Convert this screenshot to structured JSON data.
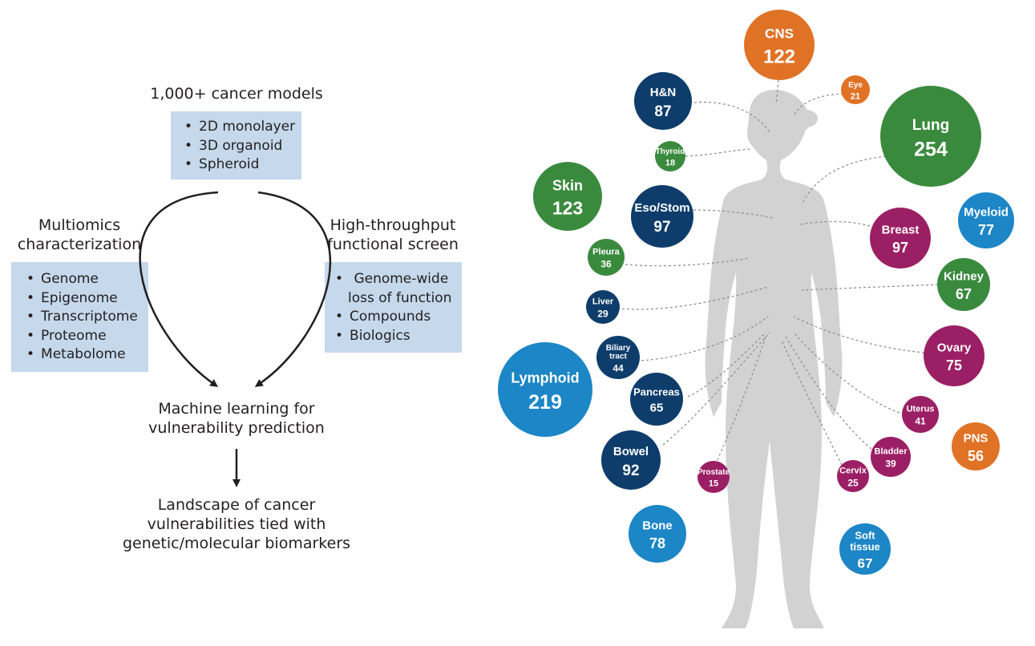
{
  "left": {
    "models_title": "1,000+ cancer models",
    "models_items": [
      "2D monolayer",
      "3D organoid",
      "Spheroid"
    ],
    "multiomics_title_1": "Multiomics",
    "multiomics_title_2": "characterization",
    "multiomics_items": [
      "Genome",
      "Epigenome",
      "Transcriptome",
      "Proteome",
      "Metabolome"
    ],
    "screen_title_1": "High-throughput",
    "screen_title_2": "functional screen",
    "screen_items_1": "Genome-wide",
    "screen_items_1b": "loss of function",
    "screen_items_2": "Compounds",
    "screen_items_3": "Biologics",
    "ml_1": "Machine learning for",
    "ml_2": "vulnerability prediction",
    "landscape_1": "Landscape of cancer",
    "landscape_2": "vulnerabilities tied with",
    "landscape_3": "genetic/molecular biomarkers"
  },
  "colors": {
    "orange": "#e07226",
    "navy": "#0e3d6b",
    "green": "#3a8a3e",
    "blue": "#1c86c6",
    "purple": "#9b1f64",
    "box": "#c5d8ec",
    "silhouette": "#d2d2d2"
  },
  "tissues": [
    {
      "lines": [
        "CNS"
      ],
      "count": "122",
      "color": "orange"
    },
    {
      "lines": [
        "H&N"
      ],
      "count": "87",
      "color": "navy"
    },
    {
      "lines": [
        "Eye"
      ],
      "count": "21",
      "color": "orange"
    },
    {
      "lines": [
        "Lung"
      ],
      "count": "254",
      "color": "green"
    },
    {
      "lines": [
        "Thyroid"
      ],
      "count": "18",
      "color": "green"
    },
    {
      "lines": [
        "Skin"
      ],
      "count": "123",
      "color": "green"
    },
    {
      "lines": [
        "Eso/Stom"
      ],
      "count": "97",
      "color": "navy"
    },
    {
      "lines": [
        "Breast"
      ],
      "count": "97",
      "color": "purple"
    },
    {
      "lines": [
        "Myeloid"
      ],
      "count": "77",
      "color": "blue"
    },
    {
      "lines": [
        "Pleura"
      ],
      "count": "36",
      "color": "green"
    },
    {
      "lines": [
        "Kidney"
      ],
      "count": "67",
      "color": "green"
    },
    {
      "lines": [
        "Liver"
      ],
      "count": "29",
      "color": "navy"
    },
    {
      "lines": [
        "Biliary",
        "tract"
      ],
      "count": "44",
      "color": "navy"
    },
    {
      "lines": [
        "Ovary"
      ],
      "count": "75",
      "color": "purple"
    },
    {
      "lines": [
        "Lymphoid"
      ],
      "count": "219",
      "color": "blue"
    },
    {
      "lines": [
        "Pancreas"
      ],
      "count": "65",
      "color": "navy"
    },
    {
      "lines": [
        "Uterus"
      ],
      "count": "41",
      "color": "purple"
    },
    {
      "lines": [
        "PNS"
      ],
      "count": "56",
      "color": "orange"
    },
    {
      "lines": [
        "Bowel"
      ],
      "count": "92",
      "color": "navy"
    },
    {
      "lines": [
        "Bladder"
      ],
      "count": "39",
      "color": "purple"
    },
    {
      "lines": [
        "Prostate"
      ],
      "count": "15",
      "color": "purple"
    },
    {
      "lines": [
        "Cervix"
      ],
      "count": "25",
      "color": "purple"
    },
    {
      "lines": [
        "Bone"
      ],
      "count": "78",
      "color": "blue"
    },
    {
      "lines": [
        "Soft",
        "tissue"
      ],
      "count": "67",
      "color": "blue"
    }
  ]
}
